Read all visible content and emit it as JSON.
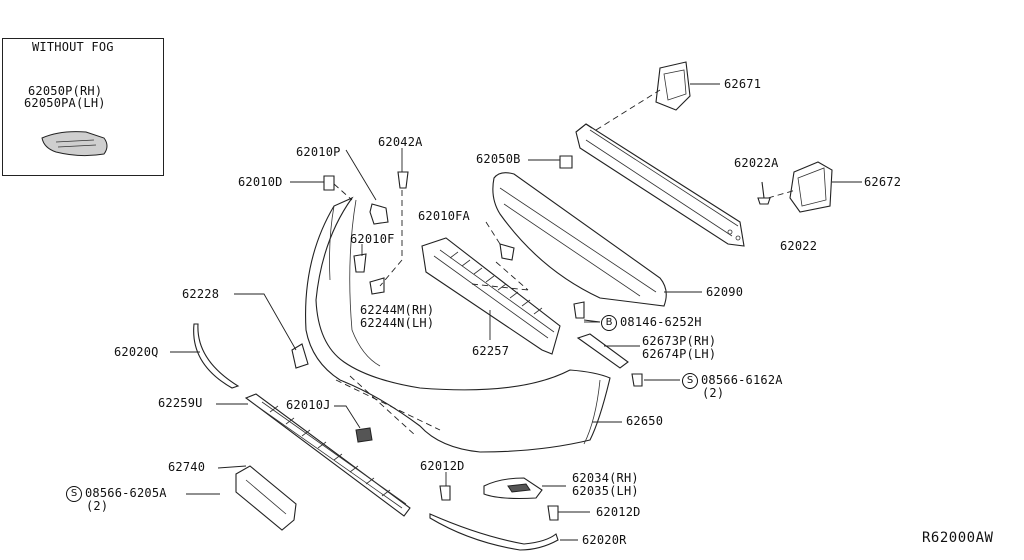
{
  "inset": {
    "title": "WITHOUT FOG",
    "part_rh": "62050P(RH)",
    "part_lh": "62050PA(LH)"
  },
  "parts": {
    "p62671": "62671",
    "p62050B": "62050B",
    "p62022A": "62022A",
    "p62672": "62672",
    "p62022": "62022",
    "p62010P": "62010P",
    "p62042A": "62042A",
    "p62010D_top": "62010D",
    "p62010FA": "62010FA",
    "p62010F": "62010F",
    "p62090": "62090",
    "p62228": "62228",
    "p62244M": "62244M(RH)",
    "p62244N": "62244N(LH)",
    "p08146": "08146-6252H",
    "p62257": "62257",
    "p62673P": "62673P(RH)",
    "p62674P": "62674P(LH)",
    "p62020Q": "62020Q",
    "p08566_6162A": "08566-6162A",
    "p08566_6162A_qty": "(2)",
    "p62259U": "62259U",
    "p62010J": "62010J",
    "p62650": "62650",
    "p62740": "62740",
    "p62012D_mid": "62012D",
    "p62034": "62034(RH)",
    "p62035": "62035(LH)",
    "p08566_6205A": "08566-6205A",
    "p08566_6205A_qty": "(2)",
    "p62012D_low": "62012D",
    "p62020R": "62020R"
  },
  "symbols": {
    "bolt_symbol": "B",
    "screw_symbol_1": "S",
    "screw_symbol_2": "S"
  },
  "diagram_code": "R62000AW"
}
